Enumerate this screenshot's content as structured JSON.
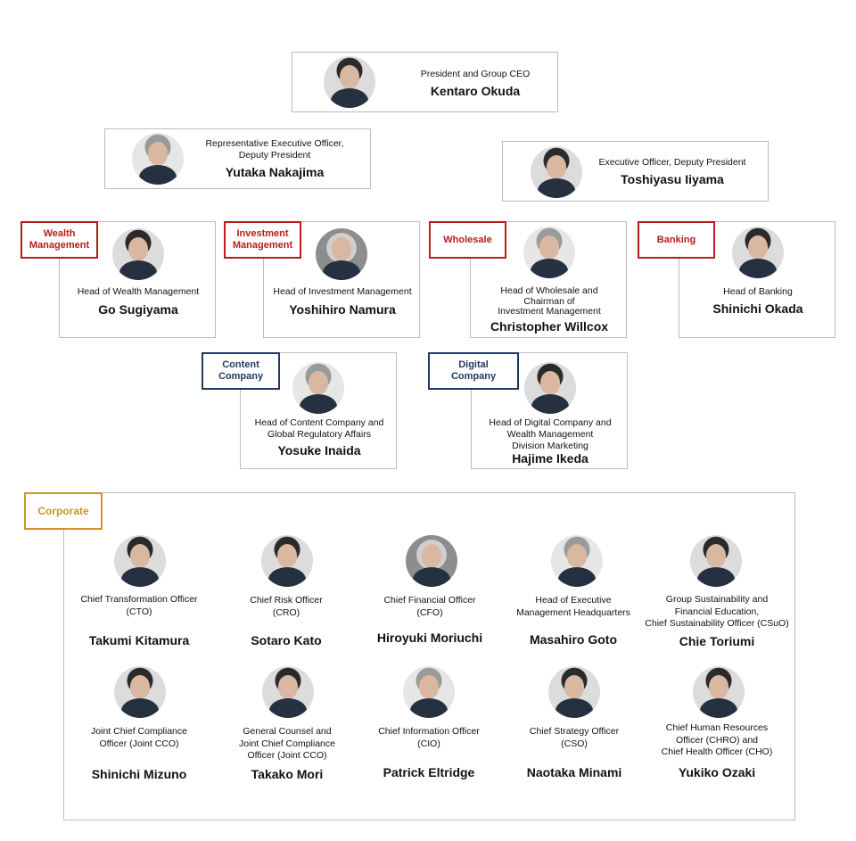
{
  "ceo": {
    "title": "President and Group CEO",
    "name": "Kentaro Okuda"
  },
  "deputies": [
    {
      "title": "Representative Executive Officer,\nDeputy President",
      "name": "Yutaka Nakajima"
    },
    {
      "title": "Executive Officer, Deputy President",
      "name": "Toshiyasu Iiyama"
    }
  ],
  "divisions": [
    {
      "tag": "Wealth\nManagement",
      "title": "Head of Wealth Management",
      "name": "Go Sugiyama"
    },
    {
      "tag": "Investment\nManagement",
      "title": "Head of Investment Management",
      "name": "Yoshihiro Namura"
    },
    {
      "tag": "Wholesale",
      "title": "Head of Wholesale and\nChairman of\nInvestment Management",
      "name": "Christopher Willcox"
    },
    {
      "tag": "Banking",
      "title": "Head of Banking",
      "name": "Shinichi Okada"
    }
  ],
  "companies": [
    {
      "tag": "Content\nCompany",
      "title": "Head of Content Company and\nGlobal Regulatory Affairs",
      "name": "Yosuke Inaida"
    },
    {
      "tag": "Digital\nCompany",
      "title": "Head of Digital Company and\nWealth Management\nDivision Marketing",
      "name": "Hajime Ikeda"
    }
  ],
  "corporate": {
    "tag": "Corporate",
    "members": [
      {
        "title": "Chief Transformation Officer\n(CTO)",
        "name": "Takumi Kitamura"
      },
      {
        "title": "Chief Risk Officer\n(CRO)",
        "name": "Sotaro Kato"
      },
      {
        "title": "Chief Financial Officer\n(CFO)",
        "name": "Hiroyuki Moriuchi"
      },
      {
        "title": "Head of Executive\nManagement Headquarters",
        "name": "Masahiro Goto"
      },
      {
        "title": "Group Sustainability and\nFinancial Education,\nChief Sustainability Officer (CSuO)",
        "name": "Chie Toriumi"
      },
      {
        "title": "Joint Chief Compliance\nOfficer (Joint CCO)",
        "name": "Shinichi Mizuno"
      },
      {
        "title": "General Counsel and\nJoint Chief Compliance\nOfficer (Joint CCO)",
        "name": "Takako Mori"
      },
      {
        "title": "Chief Information Officer\n(CIO)",
        "name": "Patrick Eltridge"
      },
      {
        "title": "Chief Strategy Officer\n(CSO)",
        "name": "Naotaka Minami"
      },
      {
        "title": "Chief Human Resources\nOfficer (CHRO) and\nChief Health Officer (CHO)",
        "name": "Yukiko Ozaki"
      }
    ]
  }
}
